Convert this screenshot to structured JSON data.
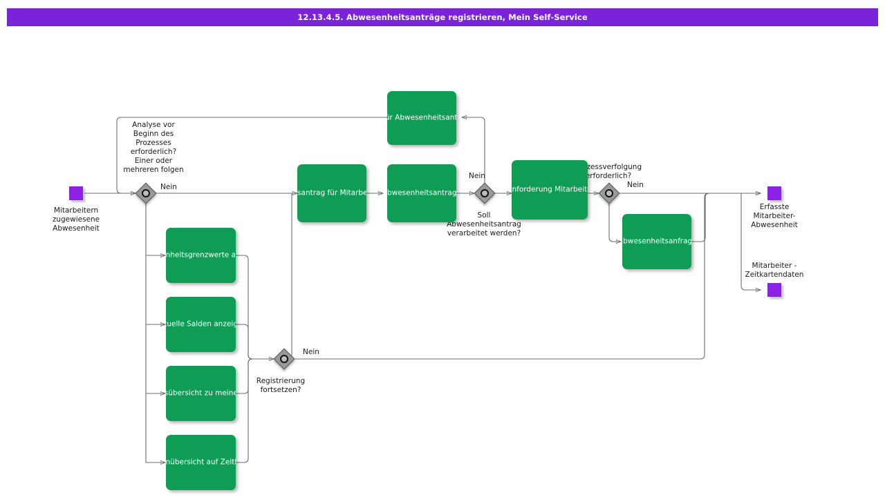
{
  "header": {
    "title": "12.13.4.5. Abwesenheitsanträge registrieren, Mein Self-Service",
    "bar_color": "#7b22db",
    "text_color": "#ffffff"
  },
  "palette": {
    "task_green": "#0f9d56",
    "event_purple": "#8a21e3",
    "gateway_gray": "#999999",
    "connector_gray": "#6b6b6b",
    "canvas": "#ffffff",
    "label_text": "#1a1a1a"
  },
  "diagram": {
    "type": "bpmn-process-flow",
    "notation": "BPMN",
    "events": [
      {
        "id": "start-1",
        "name": "start-event-assigned-absence",
        "label": "Mitarbeitern\nzugewiesene\nAbwesenheit",
        "kind": "start"
      },
      {
        "id": "end-1",
        "name": "end-event-recorded-absence",
        "label": "Erfasste\nMitarbeiter-\nAbwesenheit",
        "kind": "end"
      },
      {
        "id": "end-2",
        "name": "end-event-timecard-data",
        "label": "Mitarbeiter -\nZeitkartendaten",
        "kind": "end"
      }
    ],
    "gateways": [
      {
        "id": "gw-1",
        "name": "gateway-analysis-required",
        "label": "Analyse vor\nBeginn des\nProzesses\nerforderlich?\nEiner oder\nmehreren folgen",
        "branch_label": "Nein"
      },
      {
        "id": "gw-2",
        "name": "gateway-continue-registration",
        "label": "Registrierung\nfortsetzen?",
        "branch_label": "Nein"
      },
      {
        "id": "gw-3",
        "name": "gateway-process-absence-request",
        "label": "Soll\nAbwesenheitsantrag\nverarbeitet werden?",
        "branch_label": "Nein"
      },
      {
        "id": "gw-4",
        "name": "gateway-process-tracking-required",
        "label": "Prozessverfolgung\nerforderlich?",
        "branch_label": "Nein"
      }
    ],
    "tasks": [
      {
        "id": "t-confirm-remove",
        "name": "task-remove-absence-confirmation",
        "label": "Bestätigung für\nAbwesenheitsantrag\nentfernen"
      },
      {
        "id": "t-record",
        "name": "task-record-absence-request",
        "label": "Abwesenheitsantrag\nfür Mitarbeiter\nerfassen"
      },
      {
        "id": "t-confirm",
        "name": "task-confirm-recorded-request",
        "label": "Erfassten\nAbwesenheitsantrag\nbestätigen"
      },
      {
        "id": "t-approve",
        "name": "task-approve-absence-request",
        "label": "Abwesenheitsanforderung\nMitarbeiter genehmigen"
      },
      {
        "id": "t-manage",
        "name": "task-manage-employee-absence",
        "label": "Mitarbeiterabwesenheitsanfrage\nverwalten"
      },
      {
        "id": "t-limits",
        "name": "task-show-absence-limits",
        "label": "Abwesenheitsgrenzwerte\nanzeigen"
      },
      {
        "id": "t-balances",
        "name": "task-show-current-balances",
        "label": "Aktuelle Salden\nanzeigen"
      },
      {
        "id": "t-calendar",
        "name": "task-calendar-information-overview",
        "label": "Informationsübersicht\nzu meinem Kalender"
      },
      {
        "id": "t-timecard",
        "name": "task-timecard-data-overview",
        "label": "Datenübersicht\nauf Zeitkarte"
      }
    ],
    "branch_labels": {
      "nein": "Nein"
    }
  }
}
